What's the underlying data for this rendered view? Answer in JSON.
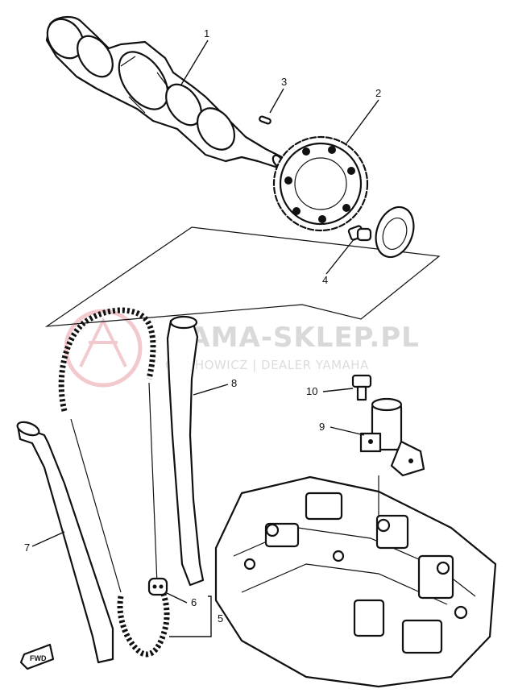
{
  "watermark": {
    "brand": "YAMA-SKLEP.PL",
    "subtitle": "CIECHOWICZ | DEALER YAMAHA",
    "logo_color": "#e8a0a6"
  },
  "callouts": [
    {
      "id": "c1",
      "label": "1"
    },
    {
      "id": "c2",
      "label": "2"
    },
    {
      "id": "c3",
      "label": "3"
    },
    {
      "id": "c4",
      "label": "4"
    },
    {
      "id": "c5",
      "label": "5"
    },
    {
      "id": "c6",
      "label": "6"
    },
    {
      "id": "c7",
      "label": "7"
    },
    {
      "id": "c8",
      "label": "8"
    },
    {
      "id": "c9",
      "label": "9"
    },
    {
      "id": "c10",
      "label": "10"
    }
  ],
  "fwd_label": "FWD"
}
